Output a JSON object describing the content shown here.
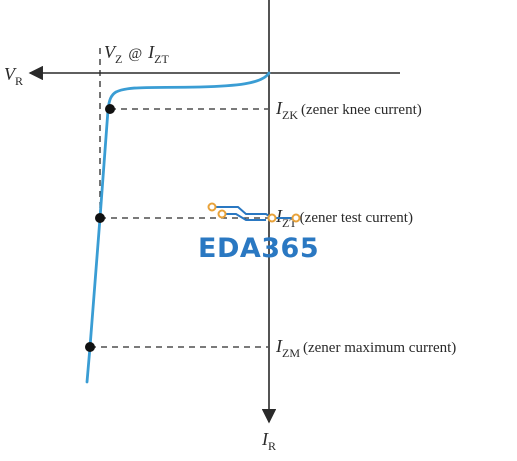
{
  "axes": {
    "x_axis_label": "V",
    "x_axis_sub": "R",
    "y_axis_label": "I",
    "y_axis_sub": "R"
  },
  "vz_label": {
    "v": "V",
    "v_sub": "Z",
    "at": "@",
    "i": "I",
    "i_sub": "ZT"
  },
  "annotations": [
    {
      "symbol": "I",
      "sub": "ZK",
      "text": "(zener knee current)"
    },
    {
      "symbol": "I",
      "sub": "ZT",
      "text": "(zener test current)"
    },
    {
      "symbol": "I",
      "sub": "ZM",
      "text": "(zener maximum current)"
    }
  ],
  "watermark": {
    "text": "EDA365"
  },
  "colors": {
    "curve": "#3a9dd4",
    "axis": "#2a2a2a",
    "dashed": "#2a2a2a",
    "watermark_blue": "#2a78c2",
    "watermark_orange": "#e8a23a"
  }
}
